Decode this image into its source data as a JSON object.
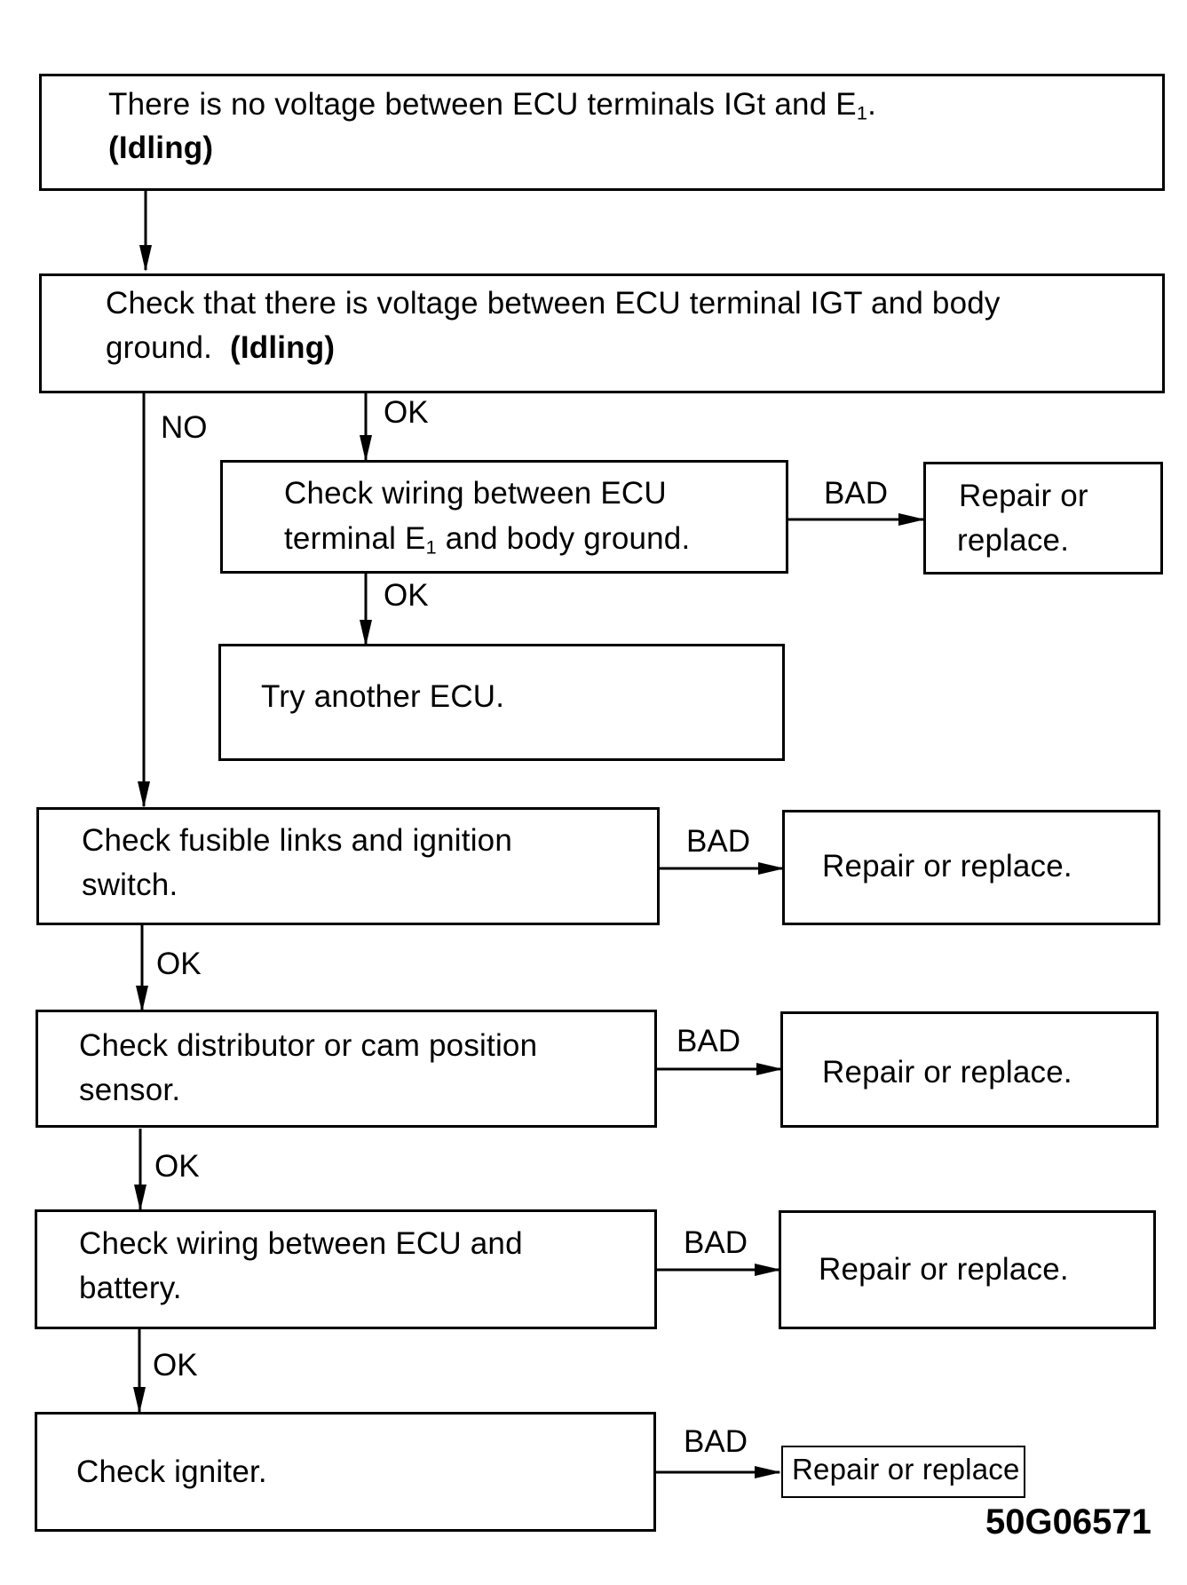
{
  "flow": {
    "step1": {
      "line1": "There is no voltage between ECU terminals IGt and E",
      "sub": "1",
      "dot": ".",
      "line2": "(Idling)"
    },
    "step2": {
      "line1": "Check that there is voltage between ECU terminal IGT and body",
      "line2a": "ground.",
      "line2b": "(Idling)"
    },
    "step3": {
      "line1": "Check wiring between ECU",
      "line2a": "terminal E",
      "sub": "1",
      "line2b": " and body ground."
    },
    "step3_result": {
      "line1": "Repair or",
      "line2": "replace."
    },
    "step4": {
      "line1": "Try another ECU."
    },
    "step5": {
      "line1": "Check fusible links and ignition",
      "line2": "switch."
    },
    "step5_result": {
      "line1": "Repair or replace."
    },
    "step6": {
      "line1": "Check distributor or cam position",
      "line2": "sensor."
    },
    "step6_result": {
      "line1": "Repair or replace."
    },
    "step7": {
      "line1": "Check wiring between ECU and",
      "line2": "battery."
    },
    "step7_result": {
      "line1": "Repair or replace."
    },
    "step8": {
      "line1": "Check igniter."
    },
    "step8_result": {
      "line1": "Repair or replace"
    }
  },
  "labels": {
    "no": "NO",
    "ok": "OK",
    "bad": "BAD"
  },
  "figure_code": "50G06571"
}
